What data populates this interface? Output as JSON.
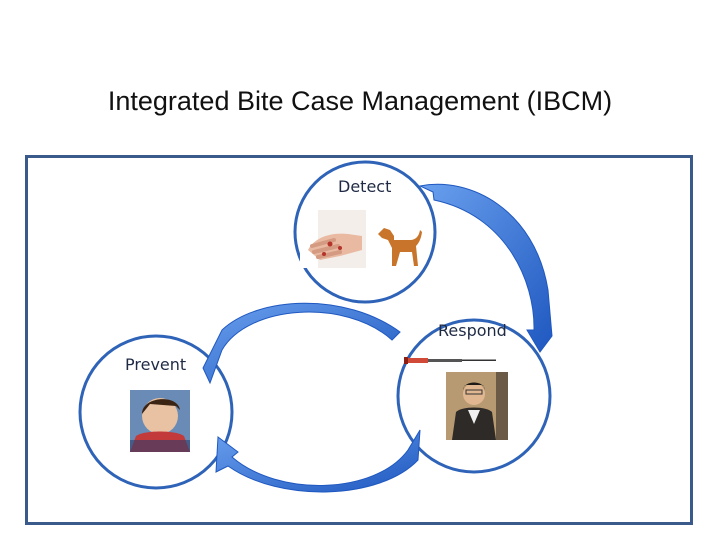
{
  "title": "Integrated Bite Case Management (IBCM)",
  "stages": {
    "detect": "Detect",
    "respond": "Respond",
    "prevent": "Prevent"
  },
  "colors": {
    "circle_stroke": "#2e63b8",
    "arrow_fill": "#2f6fd6",
    "frame": "#3a5a8c",
    "dog": "#c8742a"
  },
  "images": {
    "detect": [
      "bitten-hand-photo",
      "dog-silhouette"
    ],
    "respond": [
      "syringe-photo",
      "health-worker-photo"
    ],
    "prevent": [
      "child-photo"
    ]
  }
}
